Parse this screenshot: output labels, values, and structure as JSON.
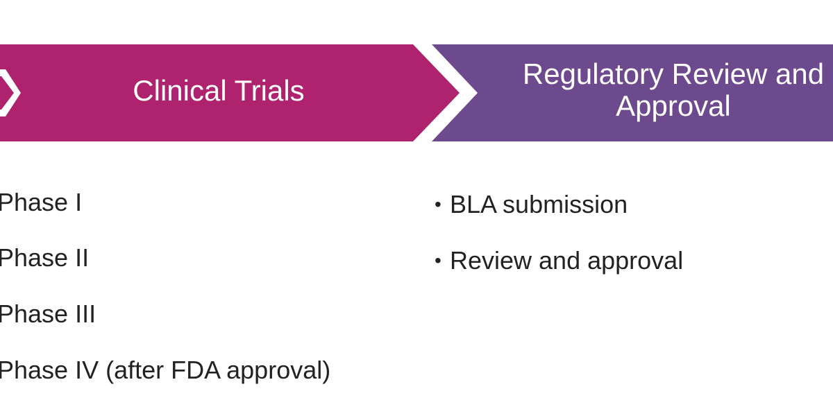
{
  "colors": {
    "clinical_fill": "#AE226E",
    "regulatory_fill": "#6D4A8D",
    "text_dark": "#222222",
    "background": "#FFFFFF"
  },
  "stages": {
    "clinical": {
      "title": "Clinical Trials",
      "items": [
        "Phase I",
        "Phase II",
        "Phase III",
        "Phase IV (after FDA approval)"
      ]
    },
    "regulatory": {
      "title_line1": "Regulatory Review and",
      "title_line2": "Approval",
      "bullet_glyph": "•",
      "items": [
        "BLA submission",
        "Review and approval"
      ]
    }
  }
}
